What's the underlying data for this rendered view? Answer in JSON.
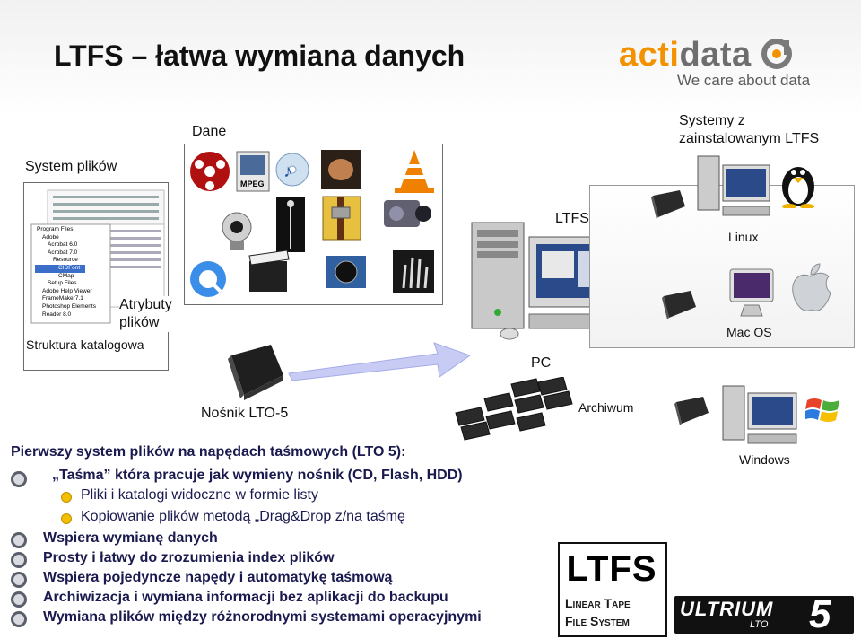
{
  "header": {
    "title": "LTFS – łatwa wymiana danych",
    "logo_part_a": "acti",
    "logo_part_b": "data",
    "tagline": "We care about data"
  },
  "diagram": {
    "system_plikow": "System plików",
    "dane": "Dane",
    "struktura_katalogowa": "Struktura katalogowa",
    "atrybuty_plikow": "Atrybuty plików",
    "systemy_line1": "Systemy z",
    "systemy_line2": "zainstalowanym LTFS",
    "ltfs_label": "LTFS",
    "linux": "Linux",
    "mac_os": "Mac OS",
    "pc": "PC",
    "nosnik": "Nośnik LTO-5",
    "archiwum": "Archiwum",
    "windows": "Windows",
    "tree_items": [
      "Program Files",
      "Adobe",
      "Acrobat 6.0",
      "Acrobat 7.0",
      "Resource",
      "CIDFont",
      "CMap",
      "Setup Files",
      "Adobe Help Viewer",
      "FrameMaker7.1",
      "Photoshop Elements",
      "Reader 8.0"
    ]
  },
  "bullets": {
    "heading": "Pierwszy system plików na napędach taśmowych (LTO 5):",
    "items": [
      "„Taśma” która pracuje jak wymieny nośnik (CD, Flash, HDD)",
      "Pliki i katalogi widoczne w formie listy",
      "Kopiowanie plików metodą „Drag&Drop  z/na taśmę",
      "Wspiera wymianę danych",
      "Prosty i łatwy do zrozumienia index plików",
      "Wspiera pojedyncze napędy i  automatykę taśmową",
      "Archiwizacja i wymiana informacji bez aplikacji do backupu",
      "Wymiana plików między różnorodnymi systemami operacyjnymi"
    ]
  },
  "badge": {
    "big": "LTFS",
    "line1": "Linear Tape",
    "line2": "File System",
    "ultrium": "ULTRIUM",
    "lto": "LTO",
    "gen": "5"
  }
}
